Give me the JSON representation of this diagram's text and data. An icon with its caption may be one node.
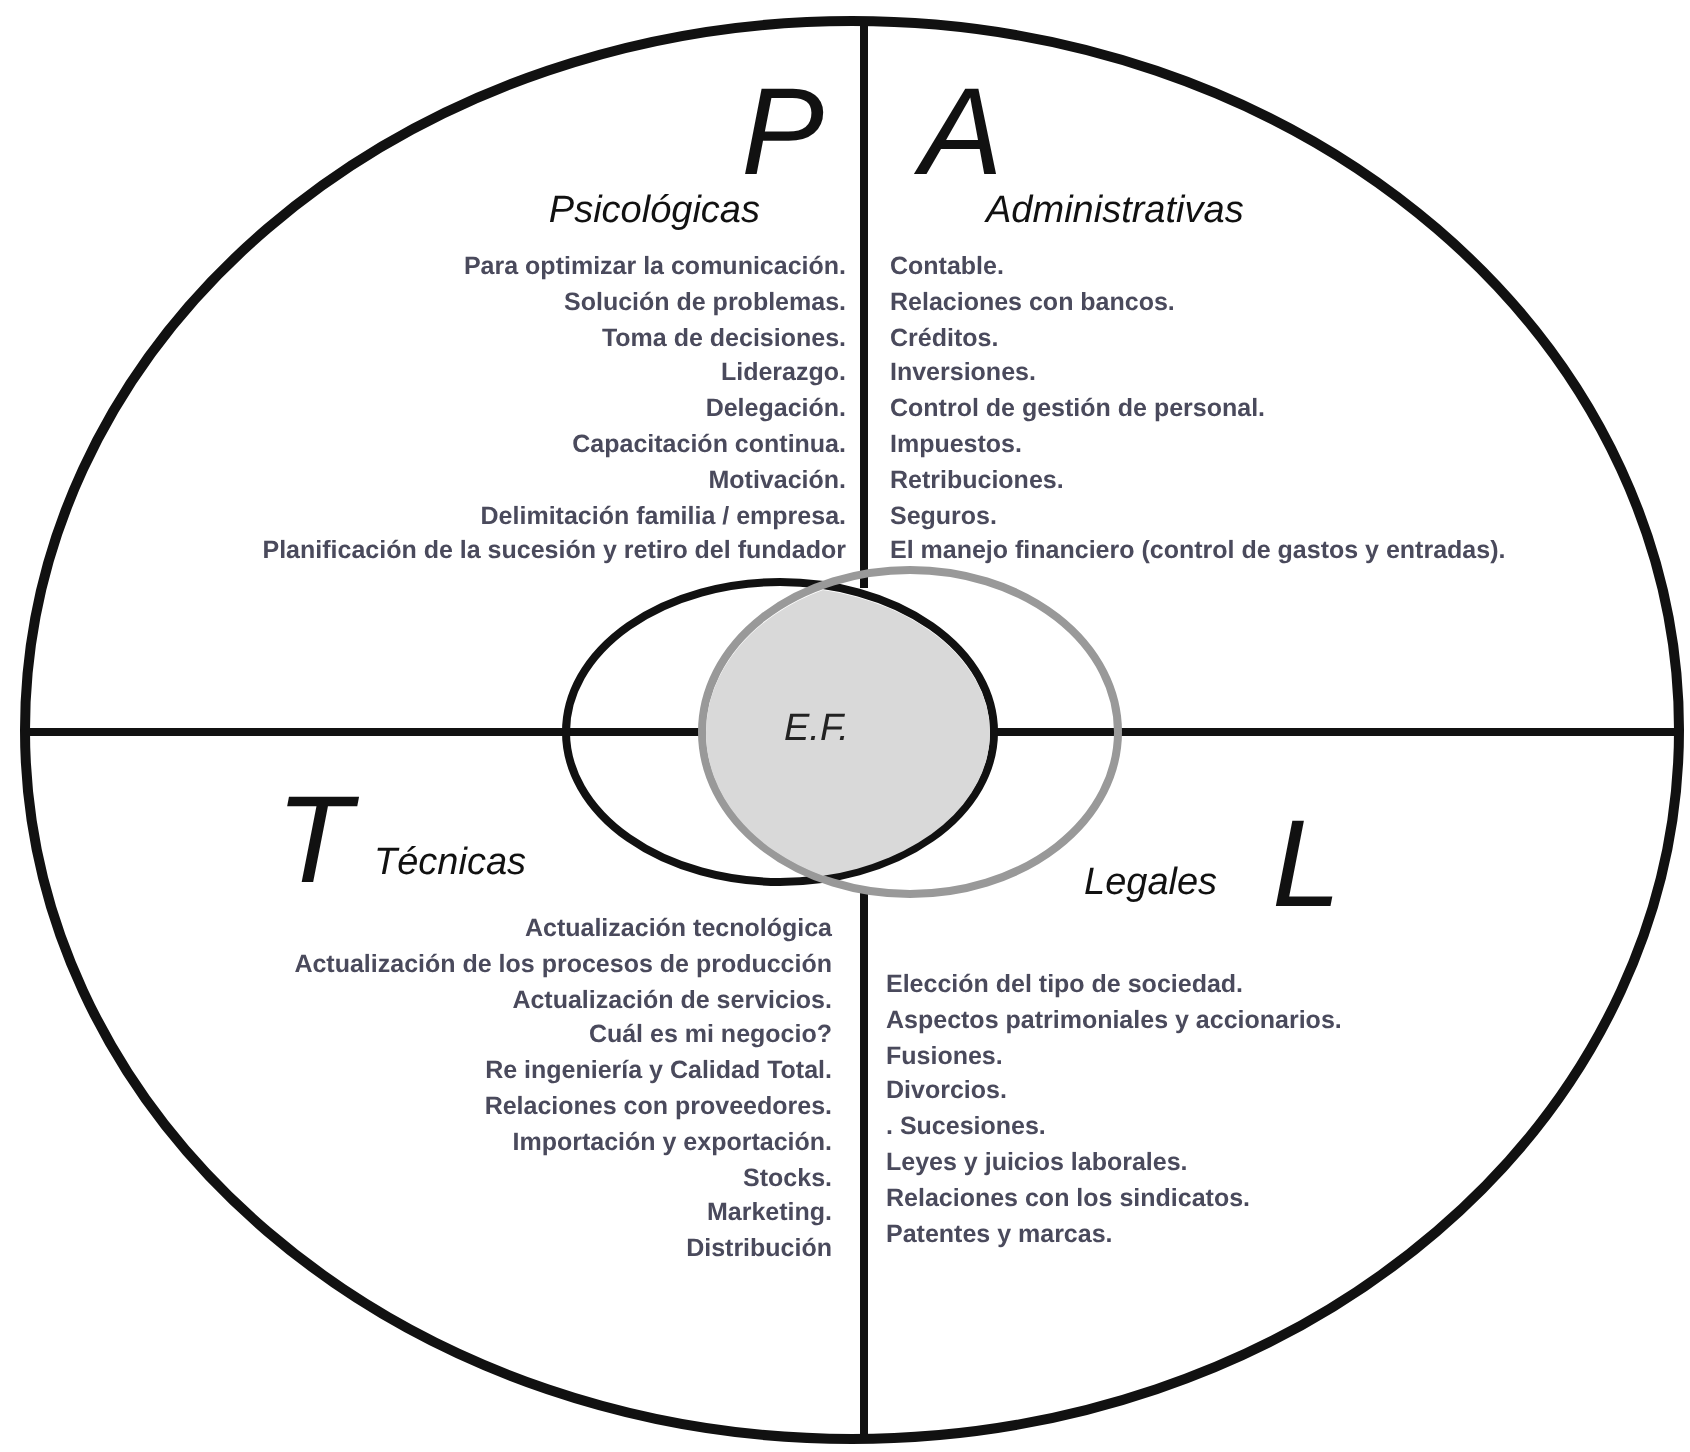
{
  "diagram": {
    "nodes": [
      {
        "text": [],
        "shape": "circle"
      },
      {
        "text": [
          "P",
          "Psicológicas",
          "Para optimizar la comunicación.",
          "Solución de problemas.",
          "Toma de decisiones.",
          "Liderazgo.",
          "Delegación.",
          "Capacitación continua.",
          "Motivación.",
          "Delimitación familia / empresa.",
          "Planificación de la sucesión y retiro del fundador"
        ],
        "in": 0
      },
      {
        "text": [
          "A",
          "Administrativas",
          "Contable.",
          "Relaciones con bancos.",
          "Créditos.",
          "Inversiones.",
          "Control de gestión de personal.",
          "Impuestos.",
          "Retribuciones.",
          "Seguros.",
          "El manejo financiero (control de gastos y entradas)."
        ],
        "in": 0
      },
      {
        "text": [
          "T",
          "Técnicas",
          "Actualización tecnológica",
          "Actualización de los procesos de producción",
          "Actualización de servicios.",
          "Cuál es mi negocio?",
          "Re ingeniería y Calidad Total.",
          "Relaciones con proveedores.",
          "Importación y exportación.",
          "Stocks.",
          "Marketing.",
          "Distribución"
        ],
        "in": 0
      },
      {
        "text": [
          "L",
          "Legales",
          "Elección del tipo de sociedad.",
          "Aspectos patrimoniales y accionarios.",
          "Fusiones.",
          "Divorcios.",
          ". Sucesiones.",
          "Leyes y juicios laborales.",
          "Relaciones con los sindicatos.",
          "Patentes y marcas."
        ],
        "in": 0
      },
      {
        "text": [],
        "shape": "circle",
        "in": 0
      },
      {
        "text": [],
        "shape": "circle",
        "in": 0
      },
      {
        "text": [
          "E.F."
        ]
      }
    ]
  }
}
